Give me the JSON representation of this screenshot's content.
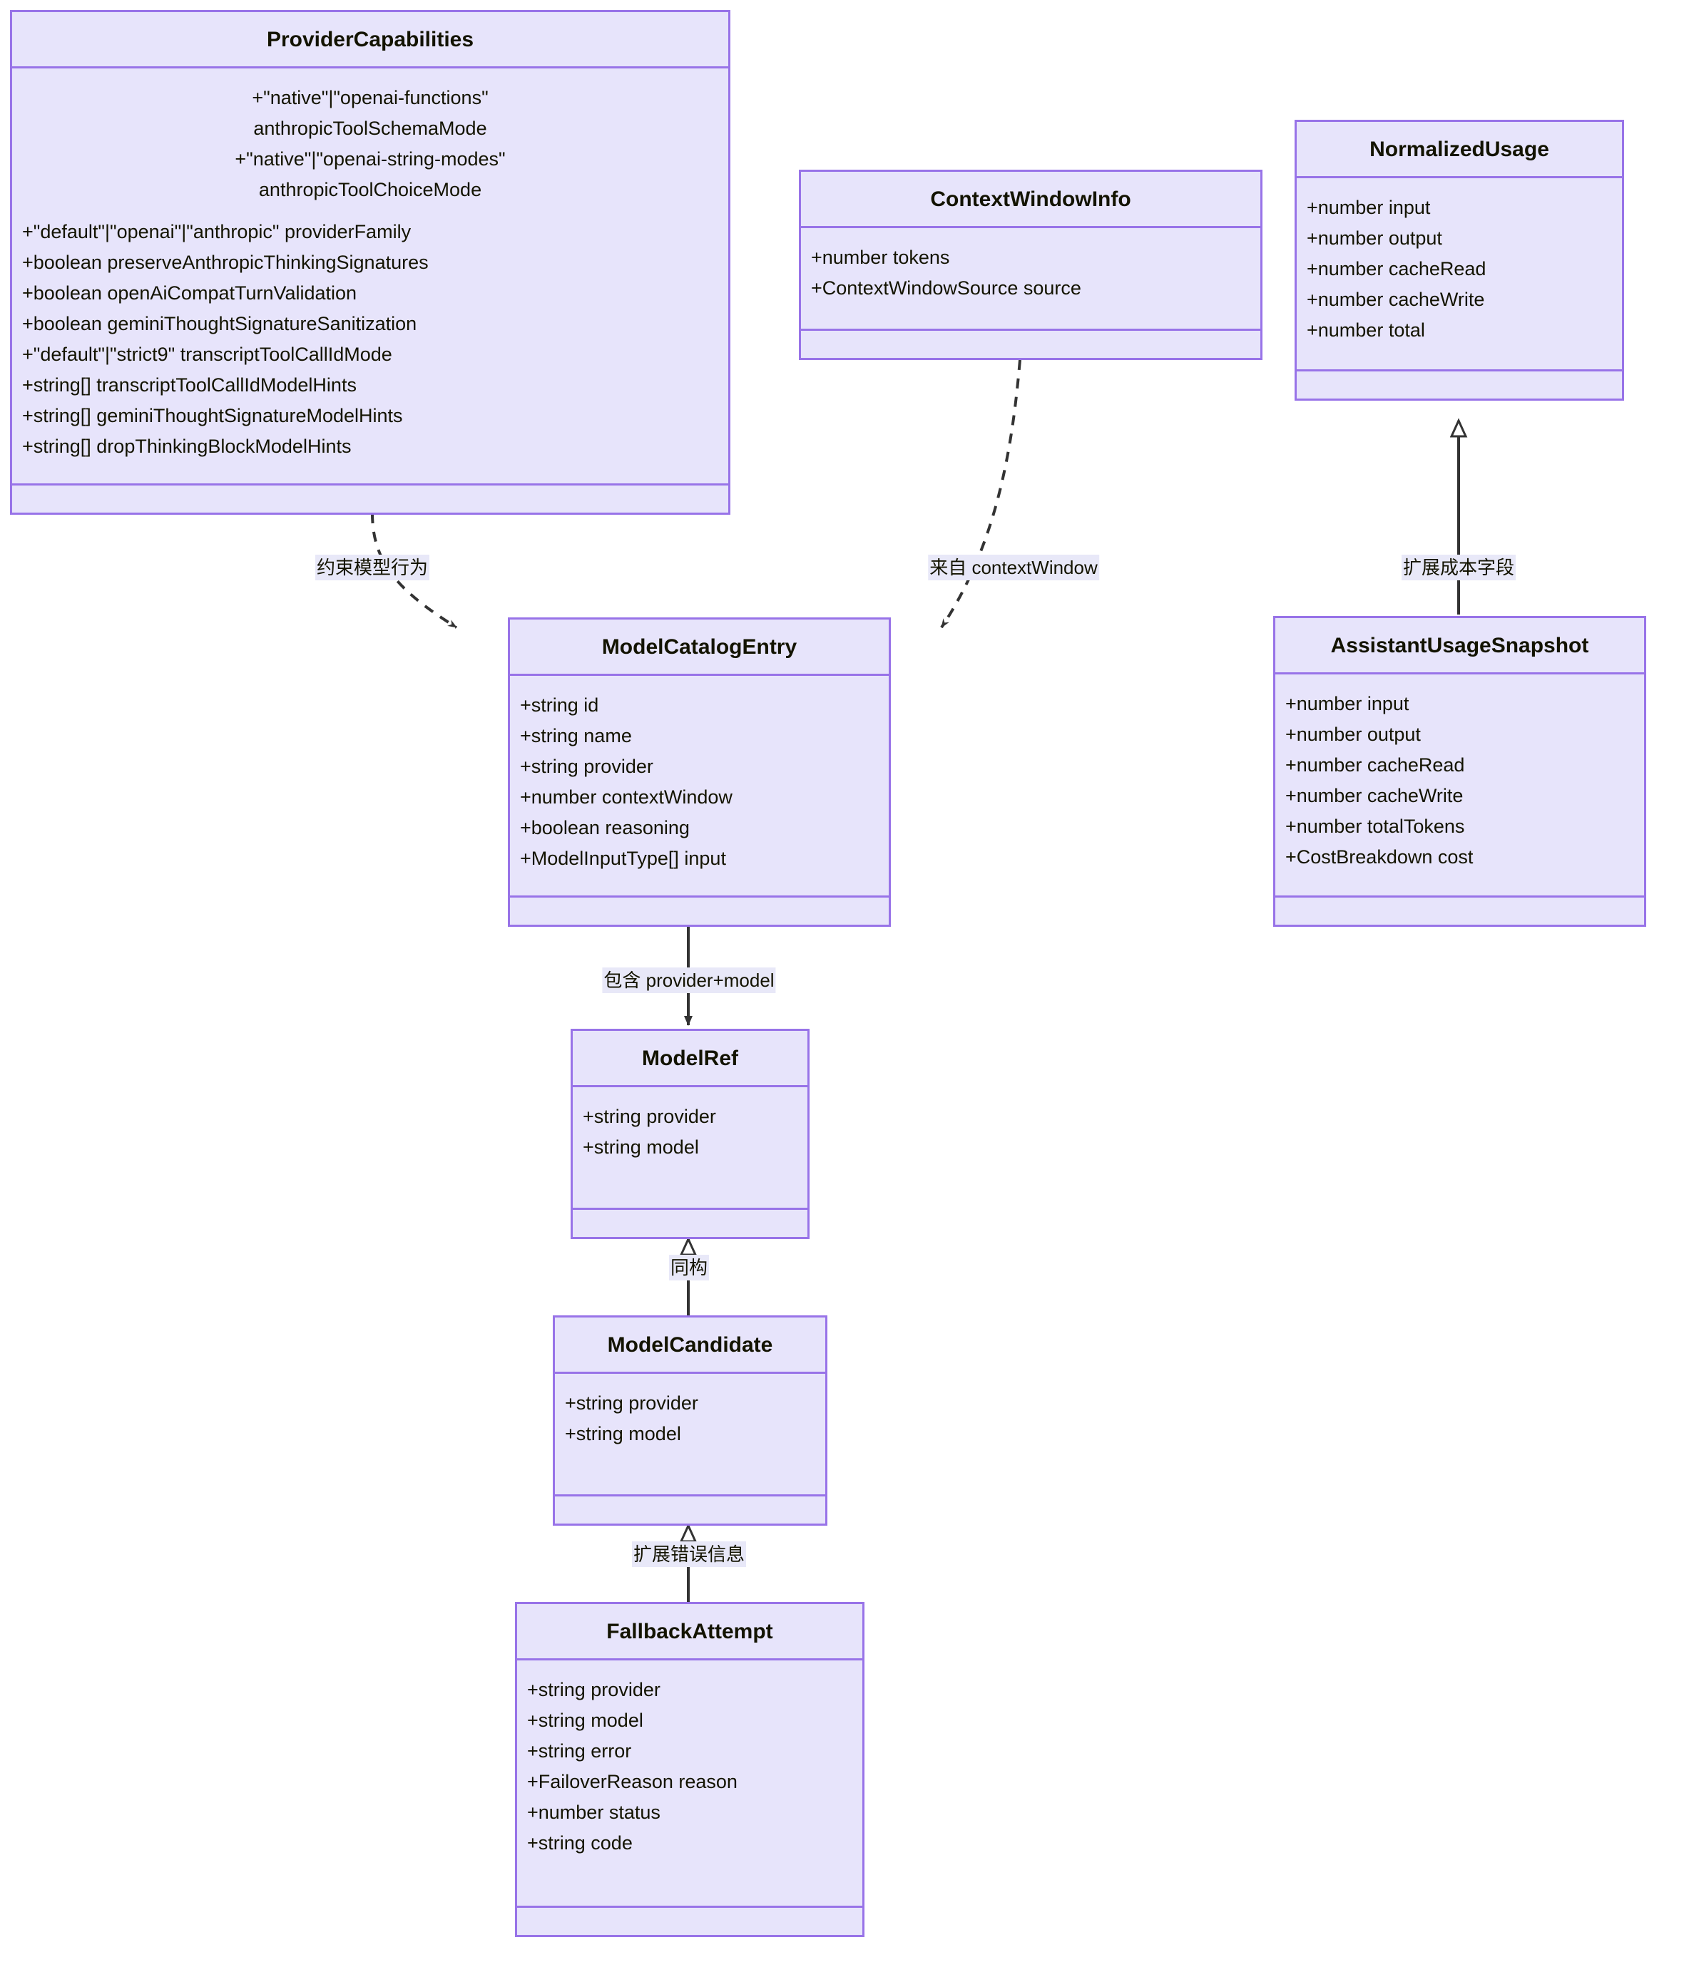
{
  "diagram": {
    "type": "uml-class-diagram",
    "colors": {
      "box_fill": "#e7e4fb",
      "box_border": "#9873e8",
      "text": "#131300",
      "edge_line": "#333333",
      "label_bg": "#e8e8f8",
      "canvas_bg": "#ffffff"
    }
  },
  "classes": [
    {
      "id": "ProviderCapabilities",
      "title": "ProviderCapabilities",
      "attrs_centered": [
        "+\"native\"|\"openai-functions\"",
        "anthropicToolSchemaMode",
        "+\"native\"|\"openai-string-modes\"",
        "anthropicToolChoiceMode"
      ],
      "attrs": [
        "+\"default\"|\"openai\"|\"anthropic\" providerFamily",
        "+boolean preserveAnthropicThinkingSignatures",
        "+boolean openAiCompatTurnValidation",
        "+boolean geminiThoughtSignatureSanitization",
        "+\"default\"|\"strict9\" transcriptToolCallIdMode",
        "+string[] transcriptToolCallIdModelHints",
        "+string[] geminiThoughtSignatureModelHints",
        "+string[] dropThinkingBlockModelHints"
      ]
    },
    {
      "id": "ContextWindowInfo",
      "title": "ContextWindowInfo",
      "attrs": [
        "+number tokens",
        "+ContextWindowSource source"
      ]
    },
    {
      "id": "NormalizedUsage",
      "title": "NormalizedUsage",
      "attrs": [
        "+number input",
        "+number output",
        "+number cacheRead",
        "+number cacheWrite",
        "+number total"
      ]
    },
    {
      "id": "ModelCatalogEntry",
      "title": "ModelCatalogEntry",
      "attrs": [
        "+string id",
        "+string name",
        "+string provider",
        "+number contextWindow",
        "+boolean reasoning",
        "+ModelInputType[] input"
      ]
    },
    {
      "id": "AssistantUsageSnapshot",
      "title": "AssistantUsageSnapshot",
      "attrs": [
        "+number input",
        "+number output",
        "+number cacheRead",
        "+number cacheWrite",
        "+number totalTokens",
        "+CostBreakdown cost"
      ]
    },
    {
      "id": "ModelRef",
      "title": "ModelRef",
      "attrs": [
        "+string provider",
        "+string model"
      ]
    },
    {
      "id": "ModelCandidate",
      "title": "ModelCandidate",
      "attrs": [
        "+string provider",
        "+string model"
      ]
    },
    {
      "id": "FallbackAttempt",
      "title": "FallbackAttempt",
      "attrs": [
        "+string provider",
        "+string model",
        "+string error",
        "+FailoverReason reason",
        "+number status",
        "+string code"
      ]
    }
  ],
  "relations": [
    {
      "id": "rel-constrain",
      "label": "约束模型行为",
      "from": "ProviderCapabilities",
      "to": "ModelCatalogEntry",
      "style": "dashed-arrow"
    },
    {
      "id": "rel-contextwindow",
      "label": "来自 contextWindow",
      "from": "ContextWindowInfo",
      "to": "ModelCatalogEntry",
      "style": "dashed-arrow"
    },
    {
      "id": "rel-costfields",
      "label": "扩展成本字段",
      "from": "AssistantUsageSnapshot",
      "to": "NormalizedUsage",
      "style": "inheritance"
    },
    {
      "id": "rel-contains",
      "label": "包含 provider+model",
      "from": "ModelCatalogEntry",
      "to": "ModelRef",
      "style": "solid-arrow"
    },
    {
      "id": "rel-isomorphic",
      "label": "同构",
      "from": "ModelCandidate",
      "to": "ModelRef",
      "style": "inheritance"
    },
    {
      "id": "rel-errorinfo",
      "label": "扩展错误信息",
      "from": "FallbackAttempt",
      "to": "ModelCandidate",
      "style": "inheritance"
    }
  ]
}
